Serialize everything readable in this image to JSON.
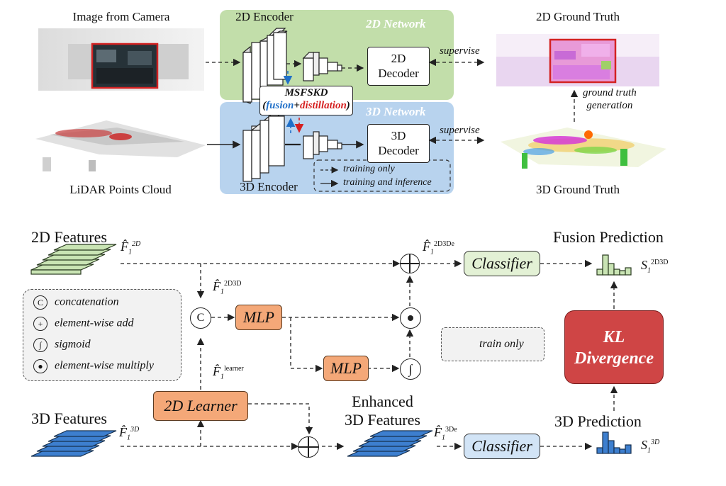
{
  "top": {
    "image_from_camera": "Image from Camera",
    "lidar_points_cloud": "LiDAR Points Cloud",
    "encoder_2d": "2D Encoder",
    "encoder_3d": "3D Encoder",
    "network_2d": "2D Network",
    "network_3d": "3D Network",
    "decoder_2d": "2D\nDecoder",
    "decoder_3d": "3D\nDecoder",
    "msfskd": "MSFSKD",
    "fusion": "fusion",
    "plus": "+",
    "distillation": "distillation",
    "supervise_1": "supervise",
    "supervise_2": "supervise",
    "gt_2d": "2D Ground Truth",
    "gt_3d": "3D Ground Truth",
    "gt_generation": "ground truth\ngeneration",
    "legend_training_only": "training only",
    "legend_training_inference": "training and inference",
    "colors": {
      "green_panel": "#c2deaa",
      "blue_panel": "#b8d3ee",
      "red": "#d62020",
      "blue": "#1f6fc8"
    }
  },
  "bottom": {
    "features_2d": "2D Features",
    "features_3d": "3D Features",
    "enhanced": "Enhanced\n3D Features",
    "fusion_prediction": "Fusion Prediction",
    "prediction_3d": "3D Prediction",
    "mlp_1": "MLP",
    "mlp_2": "MLP",
    "learner": "2D Learner",
    "classifier_1": "Classifier",
    "classifier_2": "Classifier",
    "kl": "KL\nDivergence",
    "train_only": "train only",
    "f_2d": "F̂",
    "f_2d_sub": "1",
    "f_2d_sup": "2D",
    "f_3d_sub": "1",
    "f_3d_sup": "3D",
    "f_2d3d_sup": "2D3D",
    "f_learner_sup": "learner",
    "f_2d3dde_sup": "2D3De",
    "f_3dde_sup": "3De",
    "s_fusion": "S",
    "s_fusion_sub": "1",
    "s_fusion_sup": "2D3D",
    "s_3d_sub": "1",
    "s_3d_sup": "3D",
    "legend": {
      "concatenation": "concatenation",
      "element_wise_add": "element-wise add",
      "sigmoid": "sigmoid",
      "element_wise_multiply": "element-wise multiply"
    },
    "colors": {
      "green_feat": "#c9e4b4",
      "blue_feat": "#3d7fcf",
      "orange": "#f4a878",
      "kl_red": "#cf4545",
      "cls_green": "#e3f1d5",
      "cls_blue": "#d2e4f6"
    }
  }
}
